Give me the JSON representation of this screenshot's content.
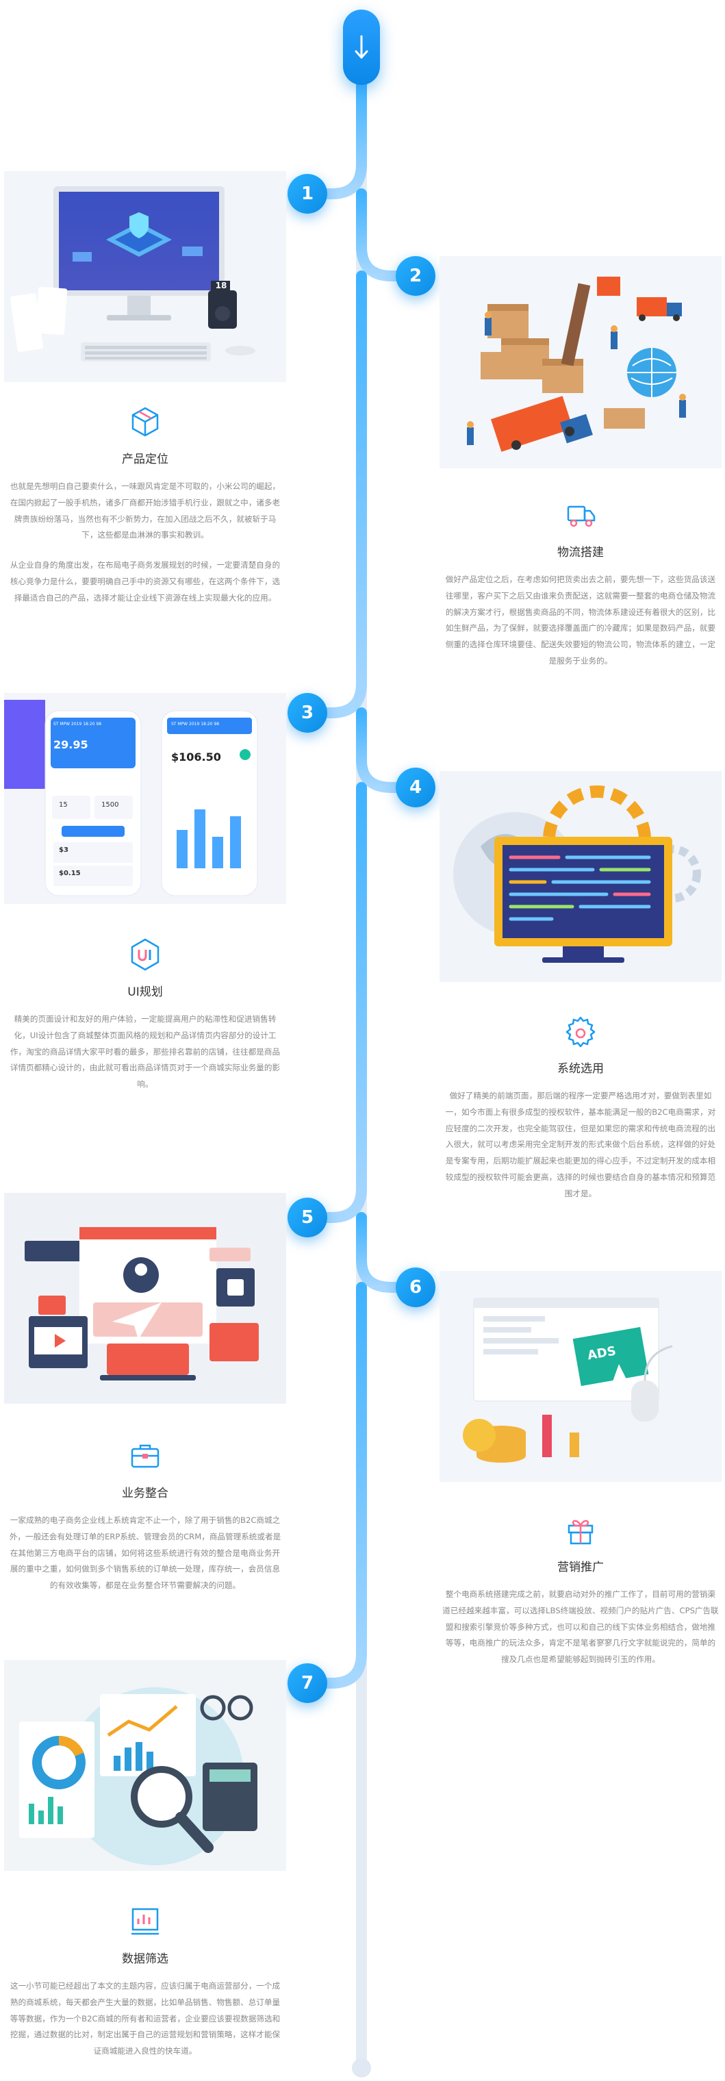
{
  "colors": {
    "accent": "#1a9af0",
    "line": "#dfe8f3",
    "title": "#333333",
    "text": "#8a8a8a"
  },
  "top_icon": "arrow-down-icon",
  "steps": [
    {
      "num": "1",
      "title": "产品定位",
      "icon": "cube-icon",
      "desc": [
        "也就是先想明白自己要卖什么，一味跟风肯定是不可取的，小米公司的崛起，在国内掀起了一股手机热，诸多厂商都开始涉猎手机行业，跟就之中，诸多老牌贵族纷纷落马，当然也有不少新势力，在加入团战之后不久，就被斩于马下，这些都是血淋淋的事实和教训。",
        "从企业自身的角度出发，在布局电子商务发展规划的时候，一定要清楚自身的核心竞争力是什么，要要明确自己手中的资源又有哪些，在这两个条件下，选择最适合自己的产品，选择才能让企业线下资源在线上实现最大化的应用。"
      ],
      "badge": "18"
    },
    {
      "num": "2",
      "title": "物流搭建",
      "icon": "truck-icon",
      "desc": [
        "做好产品定位之后，在考虑如何把货卖出去之前，要先想一下，这些货品该送往哪里，客户买下之后又由谁来负责配送，这就需要一整套的电商仓储及物流的解决方案才行，根据售卖商品的不同，物流体系建设还有着很大的区别，比如生鲜产品，为了保鲜，就要选择覆盖面广的冷藏库；如果是数码产品，就要侧重的选择仓库环境要佳、配送失效要短的物流公司，物流体系的建立，一定是服务于业务的。"
      ]
    },
    {
      "num": "3",
      "title": "UI规划",
      "icon": "ui-icon",
      "desc": [
        "精美的页面设计和友好的用户体验，一定能提高用户的粘滞性和促进销售转化，UI设计包含了商城整体页面风格的规划和产品详情页内容部分的设计工作，淘宝的商品详情大家平时看的最多，那些排名靠前的店铺，往往都是商品详情页都精心设计的，由此就可看出商品详情页对于一个商城实际业务量的影响。"
      ],
      "phone_left": {
        "header": "ST MPW 2019 18:20 98",
        "amount": "29.95",
        "mini1": "15",
        "mini2": "1500",
        "row1": "$3",
        "row2": "$0.15"
      },
      "phone_right": {
        "header": "ST MPW 2019 18:20 98",
        "amount": "$106.50"
      }
    },
    {
      "num": "4",
      "title": "系统选用",
      "icon": "gear-icon",
      "desc": [
        "做好了精美的前端页面，那后端的程序一定要严格选用才对，要做到表里如一，如今市面上有很多成型的授权软件，基本能满足一般的B2C电商需求，对应轻度的二次开发，也完全能驾驭住，但是如果您的需求和传统电商流程的出入很大，就可以考虑采用完全定制开发的形式来做个后台系统，这样做的好处是专案专用，后期功能扩展起来也能更加的得心应手，不过定制开发的成本相较成型的授权软件可能会更高，选择的时候也要结合自身的基本情况和预算范围才是。"
      ]
    },
    {
      "num": "5",
      "title": "业务整合",
      "icon": "briefcase-icon",
      "desc": [
        "一家成熟的电子商务企业线上系统肯定不止一个，除了用于销售的B2C商城之外，一般还会有处理订单的ERP系统、管理会员的CRM，商品管理系统或者是在其他第三方电商平台的店铺，如何将这些系统进行有效的整合是电商业务开展的重中之重，如何做到多个销售系统的订单统一处理，库存统一，会员信息的有效收集等，都是在业务整合环节需要解决的问题。"
      ]
    },
    {
      "num": "6",
      "title": "营销推广",
      "icon": "gift-icon",
      "desc": [
        "整个电商系统搭建完成之前，就要启动对外的推广工作了，目前可用的营销渠道已经越来越丰富，可以选择LBS终端投放、视频门户的贴片广告、CPS广告联盟和搜索引擎竞价等多种方式，也可以和自己的线下实体业务相结合，做地推等等，电商推广的玩法众多，肯定不是笔者寥寥几行文字就能说完的，简单的搜及几点也是希望能够起到抛砖引玉的作用。"
      ],
      "ads_label": "ADS"
    },
    {
      "num": "7",
      "title": "数据筛选",
      "icon": "bar-chart-icon",
      "desc": [
        "这一小节可能已经超出了本文的主题内容，应该归属于电商运营部分，一个成熟的商城系统，每天都会产生大量的数据，比如单品销售、物售额、总订单量等等数据，作为一个B2C商城的所有者和运营者，企业要应该要视数据筛选和挖掘，通过数据的比对，制定出属于自己的运营规划和营销策略，这样才能保证商城能进入良性的快车道。"
      ]
    }
  ]
}
